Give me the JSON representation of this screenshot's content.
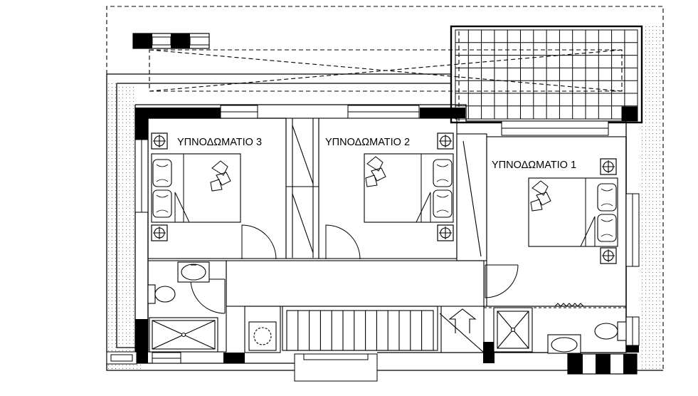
{
  "rooms": {
    "bedroom_3": {
      "label": "ΥΠΝΟΔΩΜΑΤΙΟ 3"
    },
    "bedroom_2": {
      "label": "ΥΠΝΟΔΩΜΑΤΙΟ 2"
    },
    "bedroom_1": {
      "label": "ΥΠΝΟΔΩΜΑΤΙΟ 1"
    }
  },
  "colors": {
    "wall_fill": "#000000",
    "line": "#000000",
    "background": "#ffffff"
  }
}
